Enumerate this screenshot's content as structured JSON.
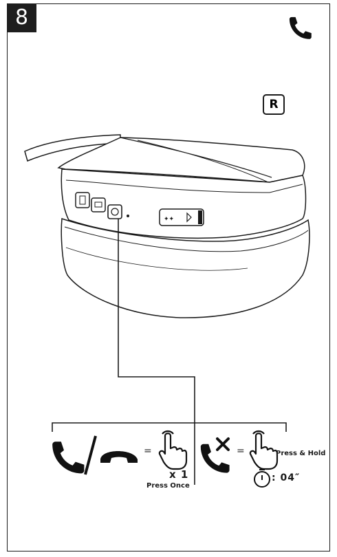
{
  "step": {
    "number": "8"
  },
  "side": {
    "label": "R"
  },
  "icons": {
    "header": "phone-handset-icon",
    "answer": "phone-answer-icon",
    "hangup": "phone-hangup-icon",
    "reject": "phone-reject-icon",
    "press": "finger-press-icon",
    "timer": "stopwatch-icon"
  },
  "instructions": {
    "equals": "=",
    "answer_end": {
      "count": "x 1",
      "action": "Press Once"
    },
    "reject": {
      "action": "Press & Hold",
      "duration": ": 04″"
    }
  }
}
